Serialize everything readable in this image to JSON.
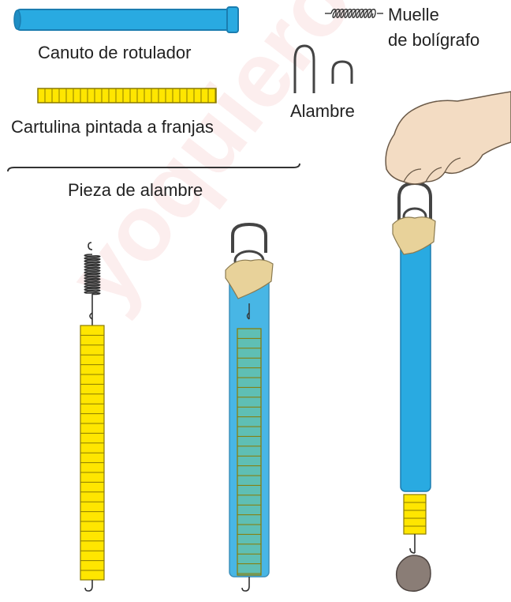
{
  "labels": {
    "canuto": "Canuto de rotulador",
    "cartulina": "Cartulina pintada a franjas",
    "pieza": "Pieza de alambre",
    "muelle_line1": "Muelle",
    "muelle_line2": "de bolígrafo",
    "alambre": "Alambre"
  },
  "watermark": "yoquieroaprobar.es",
  "colors": {
    "tube_blue": "#29aae1",
    "tube_dark": "#1b7db0",
    "strip_yellow": "#ffe600",
    "strip_line": "#8a7a00",
    "tape": "#e8d29a",
    "wire": "#333333",
    "hand": "#f3dcc3",
    "stone": "#8a7d76",
    "watermark": "#e67878"
  },
  "icons": [
    "spring-icon",
    "wire-u-icon",
    "hand-icon",
    "stone-icon",
    "hook-icon"
  ]
}
